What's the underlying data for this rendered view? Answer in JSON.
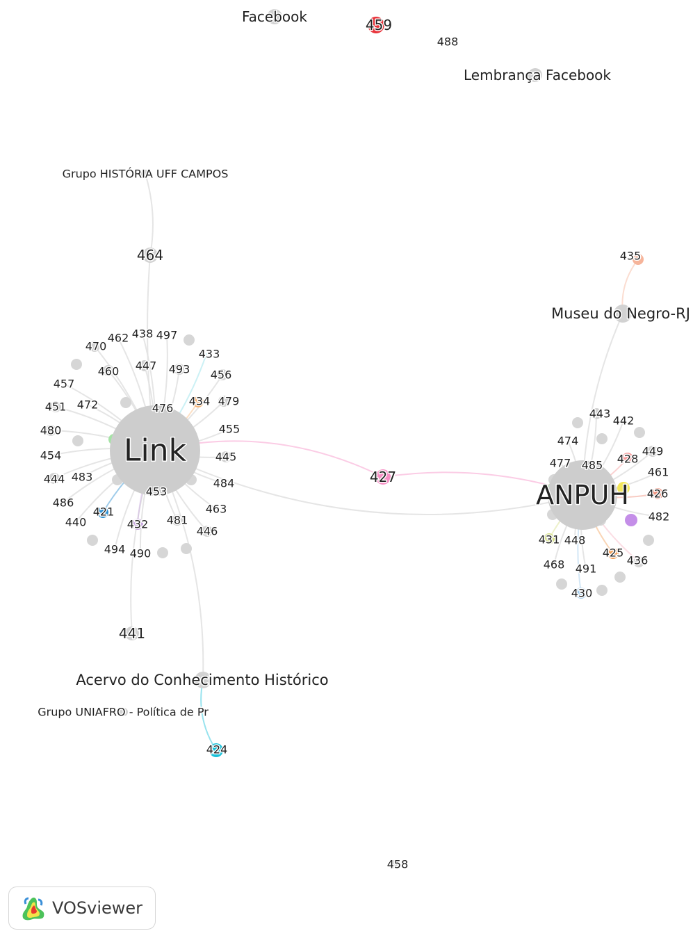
{
  "brand": {
    "name": "VOSviewer",
    "icon": "vosviewer-logo-icon"
  },
  "network": {
    "nodes": [
      {
        "id": "link",
        "label": "Link",
        "color": "#cfcfcf",
        "size": "hub"
      },
      {
        "id": "anpuh",
        "label": "ANPUH",
        "color": "#cfcfcf",
        "size": "hub"
      },
      {
        "id": "427",
        "label": "427",
        "color": "#f78fc5",
        "size": "medium"
      },
      {
        "id": "459",
        "label": "459",
        "color": "#e8333a",
        "size": "medium"
      },
      {
        "id": "facebook",
        "label": "Facebook",
        "color": "#d2d2d2",
        "size": "medium"
      },
      {
        "id": "488",
        "label": "488",
        "color": "#ffffff",
        "size": "none"
      },
      {
        "id": "lembranca",
        "label": "Lembrança Facebook",
        "color": "#d2d2d2",
        "size": "medium"
      },
      {
        "id": "grupo-historia",
        "label": "Grupo HISTÓRIA UFF CAMPOS",
        "color": "#d2d2d2",
        "size": "small"
      },
      {
        "id": "464",
        "label": "464",
        "color": "#d2d2d2",
        "size": "medium"
      },
      {
        "id": "435",
        "label": "435",
        "color": "#f6b49a",
        "size": "small"
      },
      {
        "id": "museu",
        "label": "Museu do Negro-RJ",
        "color": "#d2d2d2",
        "size": "medium"
      },
      {
        "id": "441",
        "label": "441",
        "color": "#d2d2d2",
        "size": "medium"
      },
      {
        "id": "acervo",
        "label": "Acervo do Conhecimento Histórico",
        "color": "#d2d2d2",
        "size": "medium"
      },
      {
        "id": "uniafro",
        "label": "Grupo UNIAFRO - Política de Pr",
        "color": "#d2d2d2",
        "size": "small"
      },
      {
        "id": "424",
        "label": "424",
        "color": "#1bc1d9",
        "size": "small"
      },
      {
        "id": "458",
        "label": "458",
        "color": "#d2d2d2",
        "size": "small"
      },
      {
        "id": "470",
        "label": "470",
        "color": "#d2d2d2"
      },
      {
        "id": "462",
        "label": "462",
        "color": "#d2d2d2"
      },
      {
        "id": "438",
        "label": "438",
        "color": "#d2d2d2"
      },
      {
        "id": "497",
        "label": "497",
        "color": "#d2d2d2"
      },
      {
        "id": "433",
        "label": "433",
        "color": "#8ee0e8"
      },
      {
        "id": "460",
        "label": "460",
        "color": "#d2d2d2"
      },
      {
        "id": "447",
        "label": "447",
        "color": "#d2d2d2"
      },
      {
        "id": "493",
        "label": "493",
        "color": "#d2d2d2"
      },
      {
        "id": "456",
        "label": "456",
        "color": "#d2d2d2"
      },
      {
        "id": "457",
        "label": "457",
        "color": "#d2d2d2"
      },
      {
        "id": "451",
        "label": "451",
        "color": "#d2d2d2"
      },
      {
        "id": "472",
        "label": "472",
        "color": "#d2d2d2"
      },
      {
        "id": "476",
        "label": "476",
        "color": "#d2d2d2"
      },
      {
        "id": "434",
        "label": "434",
        "color": "#f8b77a"
      },
      {
        "id": "479",
        "label": "479",
        "color": "#d2d2d2"
      },
      {
        "id": "480",
        "label": "480",
        "color": "#d2d2d2"
      },
      {
        "id": "455",
        "label": "455",
        "color": "#d2d2d2"
      },
      {
        "id": "454",
        "label": "454",
        "color": "#d2d2d2"
      },
      {
        "id": "445",
        "label": "445",
        "color": "#d2d2d2"
      },
      {
        "id": "444",
        "label": "444",
        "color": "#d2d2d2"
      },
      {
        "id": "483",
        "label": "483",
        "color": "#d2d2d2"
      },
      {
        "id": "484",
        "label": "484",
        "color": "#d2d2d2"
      },
      {
        "id": "453",
        "label": "453",
        "color": "#d2d2d2"
      },
      {
        "id": "486",
        "label": "486",
        "color": "#d2d2d2"
      },
      {
        "id": "463",
        "label": "463",
        "color": "#d2d2d2"
      },
      {
        "id": "421",
        "label": "421",
        "color": "#2b8fd1"
      },
      {
        "id": "440",
        "label": "440",
        "color": "#d2d2d2"
      },
      {
        "id": "432",
        "label": "432",
        "color": "#c9a8e0"
      },
      {
        "id": "481",
        "label": "481",
        "color": "#d2d2d2"
      },
      {
        "id": "446",
        "label": "446",
        "color": "#d2d2d2"
      },
      {
        "id": "494",
        "label": "494",
        "color": "#d2d2d2"
      },
      {
        "id": "490",
        "label": "490",
        "color": "#d2d2d2"
      },
      {
        "id": "443",
        "label": "443",
        "color": "#d2d2d2"
      },
      {
        "id": "442",
        "label": "442",
        "color": "#d2d2d2"
      },
      {
        "id": "474",
        "label": "474",
        "color": "#d2d2d2"
      },
      {
        "id": "449",
        "label": "449",
        "color": "#d2d2d2"
      },
      {
        "id": "477",
        "label": "477",
        "color": "#d2d2d2"
      },
      {
        "id": "485",
        "label": "485",
        "color": "#d2d2d2"
      },
      {
        "id": "428",
        "label": "428",
        "color": "#f79a9a"
      },
      {
        "id": "461",
        "label": "461",
        "color": "#d2d2d2"
      },
      {
        "id": "426",
        "label": "426",
        "color": "#ef8f7a"
      },
      {
        "id": "482",
        "label": "482",
        "color": "#d2d2d2"
      },
      {
        "id": "431",
        "label": "431",
        "color": "#d6e08a"
      },
      {
        "id": "448",
        "label": "448",
        "color": "#d2d2d2"
      },
      {
        "id": "425",
        "label": "425",
        "color": "#f5a15a"
      },
      {
        "id": "436",
        "label": "436",
        "color": "#f7b4c4"
      },
      {
        "id": "468",
        "label": "468",
        "color": "#d2d2d2"
      },
      {
        "id": "491",
        "label": "491",
        "color": "#d2d2d2"
      },
      {
        "id": "430",
        "label": "430",
        "color": "#9ec9ec"
      }
    ],
    "extra_dots": [
      {
        "id": "link-green",
        "color": "#a6e3a6"
      },
      {
        "id": "anpuh-green",
        "color": "#a6e3a6"
      },
      {
        "id": "anpuh-yellow",
        "color": "#f2e55a"
      },
      {
        "id": "anpuh-purple",
        "color": "#c48ee8"
      }
    ],
    "edges": [
      [
        "link",
        "427"
      ],
      [
        "427",
        "anpuh"
      ],
      [
        "link",
        "anpuh"
      ],
      [
        "link",
        "464"
      ],
      [
        "464",
        "grupo-historia"
      ],
      [
        "museu",
        "435"
      ],
      [
        "museu",
        "anpuh"
      ],
      [
        "link",
        "441"
      ],
      [
        "link",
        "acervo"
      ],
      [
        "acervo",
        "424"
      ],
      [
        "link",
        "470"
      ],
      [
        "link",
        "462"
      ],
      [
        "link",
        "438"
      ],
      [
        "link",
        "497"
      ],
      [
        "link",
        "433"
      ],
      [
        "link",
        "460"
      ],
      [
        "link",
        "447"
      ],
      [
        "link",
        "493"
      ],
      [
        "link",
        "456"
      ],
      [
        "link",
        "457"
      ],
      [
        "link",
        "451"
      ],
      [
        "link",
        "472"
      ],
      [
        "link",
        "476"
      ],
      [
        "link",
        "434"
      ],
      [
        "link",
        "479"
      ],
      [
        "link",
        "480"
      ],
      [
        "link",
        "455"
      ],
      [
        "link",
        "454"
      ],
      [
        "link",
        "445"
      ],
      [
        "link",
        "444"
      ],
      [
        "link",
        "483"
      ],
      [
        "link",
        "484"
      ],
      [
        "link",
        "453"
      ],
      [
        "link",
        "486"
      ],
      [
        "link",
        "463"
      ],
      [
        "link",
        "421"
      ],
      [
        "link",
        "440"
      ],
      [
        "link",
        "432"
      ],
      [
        "link",
        "481"
      ],
      [
        "link",
        "446"
      ],
      [
        "link",
        "494"
      ],
      [
        "link",
        "490"
      ],
      [
        "anpuh",
        "443"
      ],
      [
        "anpuh",
        "442"
      ],
      [
        "anpuh",
        "474"
      ],
      [
        "anpuh",
        "449"
      ],
      [
        "anpuh",
        "477"
      ],
      [
        "anpuh",
        "485"
      ],
      [
        "anpuh",
        "428"
      ],
      [
        "anpuh",
        "461"
      ],
      [
        "anpuh",
        "426"
      ],
      [
        "anpuh",
        "482"
      ],
      [
        "anpuh",
        "431"
      ],
      [
        "anpuh",
        "448"
      ],
      [
        "anpuh",
        "425"
      ],
      [
        "anpuh",
        "436"
      ],
      [
        "anpuh",
        "468"
      ],
      [
        "anpuh",
        "491"
      ],
      [
        "anpuh",
        "430"
      ]
    ]
  }
}
